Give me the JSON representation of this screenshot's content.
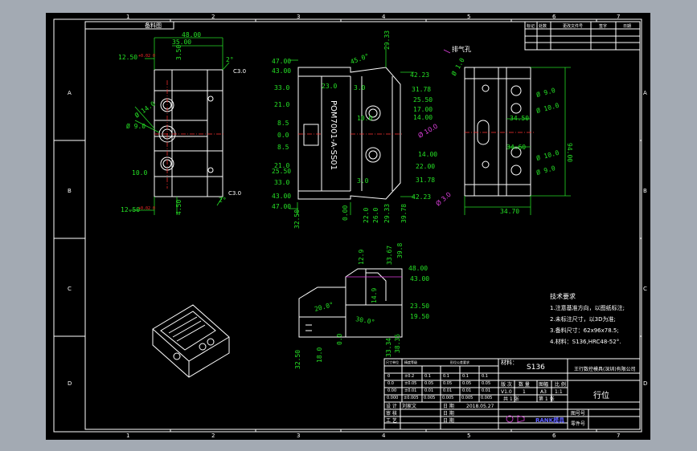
{
  "drawing": {
    "part_name": "行位",
    "material_label": "材料：",
    "material_value": "S136",
    "company": "王行数控模具(深圳)有限公司",
    "drawing_no": "POM7001-A-SS01",
    "exhaust_label": "排气孔",
    "top_left_label": "备料图",
    "version": "V1.0",
    "qty": "1",
    "sheet_size": "A3",
    "scale": "1:1",
    "sheets_total": "共 1 张",
    "sheet_no": "第 1 张",
    "designer_label": "设 计",
    "designer": "刘家文",
    "date_label": "日 期",
    "date": "2018.05.27",
    "review_label": "审 核",
    "craft_label": "工 艺",
    "date_label2": "日 期",
    "date_label3": "日 期",
    "logo_text": "RANK模具",
    "drawing_no_label": "图号号",
    "part_no_label": "零件号"
  },
  "title_header": {
    "col1": "版 次",
    "col2": "数 量",
    "col3": "图幅",
    "col4": "比 例"
  },
  "revision_table": {
    "headers": [
      "标记",
      "处数",
      "更改文件号",
      "签字",
      "日期"
    ]
  },
  "tolerance_table": {
    "header_left": "尺寸单位",
    "header_mid": "精度等级",
    "header_title": "形位公差要求",
    "rows": [
      [
        "0",
        "±0.2",
        "0.1",
        "0.1",
        "0.1",
        "0.1"
      ],
      [
        "0.0",
        "±0.05",
        "0.05",
        "0.05",
        "0.05",
        "0.05"
      ],
      [
        "0.00",
        "±0.01",
        "0.01",
        "0.01",
        "0.01",
        "0.01"
      ],
      [
        "0.000",
        "±0.005",
        "0.005",
        "0.005",
        "0.005",
        "0.005"
      ]
    ]
  },
  "tech_notes": {
    "title": "技术要求",
    "items": [
      "1.注意基准方向，以图纸标注;",
      "2.未标注尺寸，以3D为准;",
      "3.备料尺寸：62x96x78.5;",
      "4.材料：S136,HRC48-52°."
    ]
  },
  "grid": {
    "cols": [
      "1",
      "2",
      "3",
      "4",
      "5",
      "6",
      "7"
    ],
    "rows": [
      "A",
      "B",
      "C",
      "D"
    ]
  },
  "dims_left": {
    "d1": "48.00",
    "d2": "35.00",
    "d3": "3.50",
    "d4": "12.50",
    "d4t": "+0.02\n0",
    "d5": "2°",
    "d6": "C3.0",
    "d7": "Ø 14.0",
    "d8": "Ø 9.0",
    "d9": "10.0",
    "d10": "C3.0",
    "d11": "2°",
    "d12": "12.50",
    "d13": "4.50"
  },
  "dims_middle": {
    "left": [
      "47.00",
      "43.00",
      "33.0",
      "21.0",
      "8.5",
      "0.0",
      "8.5",
      "21.0",
      "25.50",
      "33.0",
      "43.00",
      "47.00"
    ],
    "top": [
      "45.0°",
      "29.33"
    ],
    "right": [
      "42.23",
      "31.78",
      "25.50",
      "17.00",
      "14.00",
      "14.00",
      "22.00",
      "31.78",
      "42.23"
    ],
    "bottom": [
      "32.50",
      "0.00",
      "22.0",
      "26.0",
      "29.33",
      "39.78"
    ],
    "inner": [
      "23.0",
      "3.0",
      "10.0",
      "3.0",
      "Ø 10.0",
      "Ø 3.0"
    ]
  },
  "dims_right": {
    "d1": "Ø 1.0",
    "d2": "Ø 9.0",
    "d3": "Ø 10.0",
    "d4": "34.50",
    "d5": "94.00",
    "d6": "34.60",
    "d7": "Ø 10.0",
    "d8": "Ø 9.0",
    "d9": "34.70"
  },
  "dims_section": {
    "d1": "12.9",
    "d2": "33.67",
    "d3": "39.8",
    "d4": "48.00",
    "d5": "43.00",
    "d6": "14.9",
    "d7": "20.0°",
    "d8": "30.0°",
    "d9": "23.50",
    "d10": "19.50",
    "d11": "32.50",
    "d12": "18.0",
    "d13": "0.0",
    "d14": "33.34",
    "d15": "38.35"
  },
  "colors": {
    "background": "#a3aab3",
    "sheet": "#000000",
    "line": "#ffffff",
    "dimension": "#25d925",
    "tolerance": "#ff2a2a",
    "annotation": "#e040e0"
  }
}
